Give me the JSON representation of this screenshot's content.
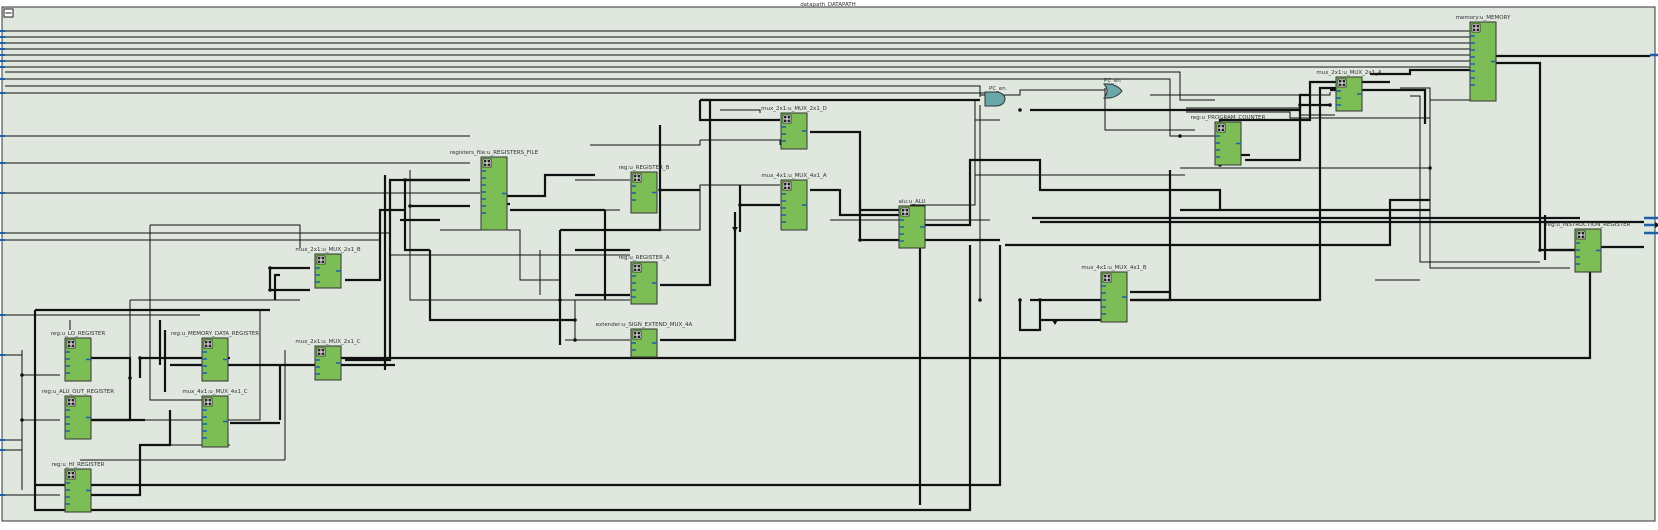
{
  "window": {
    "title": "datapath_DATAPATH"
  },
  "blocks": [
    {
      "id": "memory",
      "label": "memory:u_MEMORY"
    },
    {
      "id": "mux_pc",
      "label": "mux_2x1:u_MUX_2x1_A"
    },
    {
      "id": "program_counter",
      "label": "reg:u_PROGRAM_COUNTER"
    },
    {
      "id": "mux_2x1_d",
      "label": "mux_2x1:u_MUX_2x1_D"
    },
    {
      "id": "registers_file",
      "label": "registers_file:u_REGISTERS_FILE"
    },
    {
      "id": "register_b",
      "label": "reg:u_REGISTER_B"
    },
    {
      "id": "mux_4x1_a",
      "label": "mux_4x1:u_MUX_4x1_A"
    },
    {
      "id": "alu",
      "label": "alu:u_ALU"
    },
    {
      "id": "mux_2x1_b",
      "label": "mux_2x1:u_MUX_2x1_B"
    },
    {
      "id": "register_a",
      "label": "reg:u_REGISTER_A"
    },
    {
      "id": "sign_extend",
      "label": "extender:u_SIGN_EXTEND_MUX_4A"
    },
    {
      "id": "mux_4x1_b",
      "label": "mux_4x1:u_MUX_4x1_B"
    },
    {
      "id": "instruction_register",
      "label": "reg:u_INSTRUCTION_REGISTER"
    },
    {
      "id": "lo_register",
      "label": "reg:u_LO_REGISTER"
    },
    {
      "id": "memory_data_register",
      "label": "reg:u_MEMORY_DATA_REGISTER"
    },
    {
      "id": "mux_2x1_c",
      "label": "mux_2x1:u_MUX_2x1_C"
    },
    {
      "id": "alu_out_register",
      "label": "reg:u_ALU_OUT_REGISTER"
    },
    {
      "id": "mux_4x1_c",
      "label": "mux_4x1:u_MUX_4x1_C"
    },
    {
      "id": "hi_register",
      "label": "reg:u_HI_REGISTER"
    }
  ],
  "gates": [
    {
      "id": "pc_en_and",
      "label": "PC_en"
    },
    {
      "id": "pc_en_or",
      "label": "PC_en"
    }
  ],
  "colors": {
    "background": "#dfe7df",
    "block": "#7cbd55",
    "gate": "#6aa7a9",
    "port": "#1e5fa8",
    "wire": "#111111"
  }
}
